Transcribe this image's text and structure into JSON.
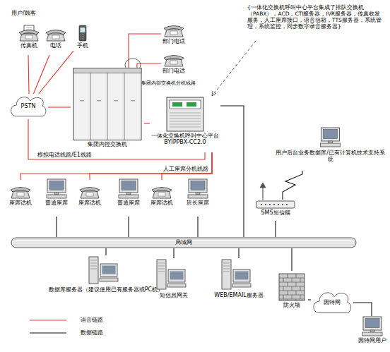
{
  "diagram": {
    "nodes": [
      {
        "text": [
          "传真机"
        ]
      },
      {
        "text": [
          "电话"
        ]
      },
      {
        "text": [
          "手机"
        ]
      },
      {
        "text": [
          "PSTN"
        ]
      },
      {
        "text": [
          "集团内控交换机"
        ]
      },
      {
        "text": [
          "部门电话"
        ]
      },
      {
        "text": [
          "部门电话"
        ]
      },
      {
        "text": [
          "一体化交换机呼叫中心平台 BYIPPBX-CC2.0"
        ]
      },
      {
        "text": [
          "座席话机"
        ]
      },
      {
        "text": [
          "普通座席"
        ]
      },
      {
        "text": [
          "座席话机"
        ]
      },
      {
        "text": [
          "普通座席"
        ]
      },
      {
        "text": [
          "座席话机"
        ]
      },
      {
        "text": [
          "班长座席"
        ]
      },
      {
        "text": [
          "用户后台业务数据库/已有计算机技术支持系统"
        ]
      },
      {
        "text": [
          "SMS短信猫"
        ]
      },
      {
        "text": [
          "局域网"
        ]
      },
      {
        "text": [
          "数据库服务器（建议使用已有服务器或PC机）"
        ]
      },
      {
        "text": [
          "短信息网关"
        ]
      },
      {
        "text": [
          "WEB/EMAIL服务器"
        ]
      },
      {
        "text": [
          "防火墙"
        ]
      },
      {
        "text": [
          "因特网"
        ]
      },
      {
        "text": [
          "因特网用户"
        ]
      }
    ],
    "edges": [
      {
        "from": 0,
        "to": 3,
        "arrow": "none"
      },
      {
        "from": 1,
        "to": 3,
        "arrow": "none"
      },
      {
        "from": 2,
        "to": 3,
        "arrow": "none"
      },
      {
        "from": 3,
        "to": 4,
        "arrow": "none"
      },
      {
        "from": 4,
        "to": 5,
        "arrow": "none"
      },
      {
        "from": 4,
        "to": 6,
        "arrow": "none"
      },
      {
        "from": 4,
        "to": 7,
        "arrow": "none"
      },
      {
        "from": 3,
        "to": 7,
        "label": "模拟电话线路/E1线路",
        "arrow": "none"
      },
      {
        "from": 7,
        "to": 8,
        "label": "人工座席分机线路",
        "arrow": "none"
      },
      {
        "from": 7,
        "to": 10,
        "arrow": "none"
      },
      {
        "from": 7,
        "to": 12,
        "arrow": "none"
      },
      {
        "from": 9,
        "to": 16,
        "arrow": "none"
      },
      {
        "from": 11,
        "to": 16,
        "arrow": "none"
      },
      {
        "from": 13,
        "to": 16,
        "arrow": "none"
      },
      {
        "from": 7,
        "to": 16,
        "arrow": "none"
      },
      {
        "from": 15,
        "to": 16,
        "arrow": "none"
      },
      {
        "from": 15,
        "to": 14,
        "arrow": "none"
      },
      {
        "from": 17,
        "to": 16,
        "arrow": "none"
      },
      {
        "from": 18,
        "to": 16,
        "arrow": "none"
      },
      {
        "from": 19,
        "to": 16,
        "arrow": "none"
      },
      {
        "from": 16,
        "to": 20,
        "arrow": "none"
      },
      {
        "from": 20,
        "to": 21,
        "arrow": "none"
      },
      {
        "from": 21,
        "to": 22,
        "arrow": "none"
      }
    ],
    "labels": [
      "用户/顾客",
      "{一体化交换机呼叫中心平台集成了排队交换机（PABX），ACD，CTI服务器，IVR服务器，传真收发服务，人工座席接口，语音信箱，TTS服务器，系统管理，系统监控，同步数字录音服务器}",
      "集团内部交换机分机线路"
    ],
    "legend": [
      {
        "text": "语音链路"
      },
      {
        "text": "数据链路"
      }
    ]
  }
}
